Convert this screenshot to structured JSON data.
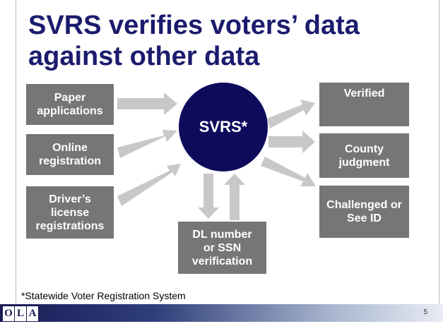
{
  "title": "SVRS verifies voters’ data against other data",
  "center": "SVRS*",
  "inputs": [
    "Paper\napplications",
    "Online\nregistration",
    "Driver’s\nlicense\nregistrations"
  ],
  "check": "DL number\nor SSN\nverification",
  "outcomes": [
    "Verified",
    "County\njudgment",
    "Challenged or\nSee ID"
  ],
  "footnote": "*Statewide Voter Registration System",
  "footer": {
    "logo_letters": [
      "O",
      "L",
      "A"
    ],
    "page_number": "5"
  },
  "colors": {
    "title": "#1b1b6e",
    "box": "#767676",
    "circle": "#0e0b5c",
    "arrow": "#c8c8c8"
  }
}
